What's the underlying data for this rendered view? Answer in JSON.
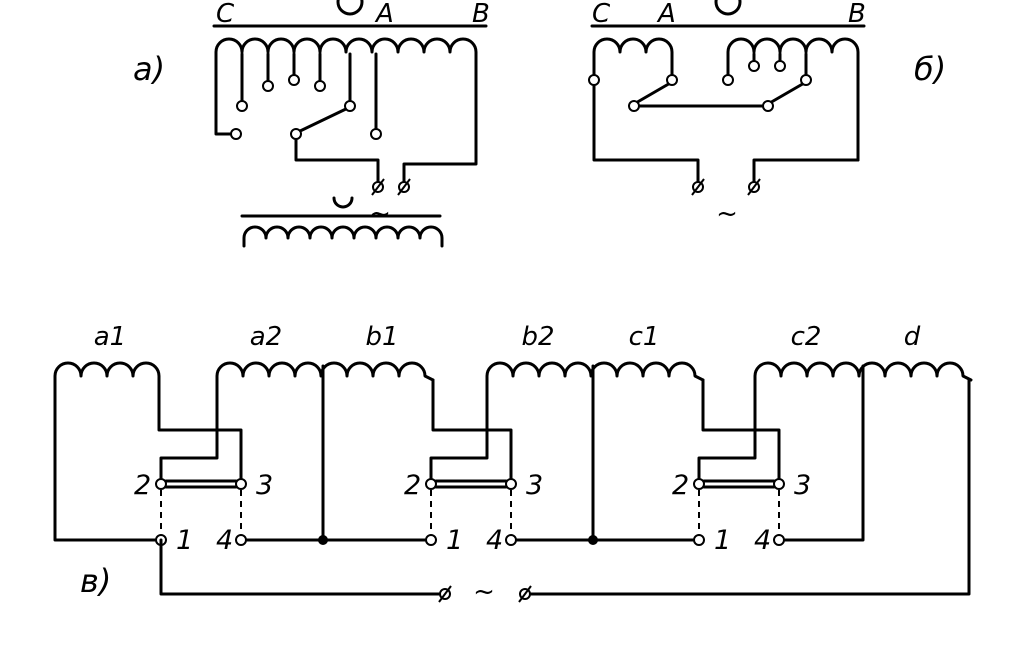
{
  "diagram_a": {
    "label": "а)",
    "tap_labels": {
      "c": "C",
      "a": "A",
      "b": "B"
    },
    "supply_symbol": "~"
  },
  "diagram_b": {
    "label": "б)",
    "tap_labels": {
      "c": "C",
      "a": "A",
      "b": "B"
    },
    "supply_symbol": "~"
  },
  "diagram_c": {
    "label": "в)",
    "windings": [
      "a1",
      "a2",
      "b1",
      "b2",
      "c1",
      "c2",
      "d"
    ],
    "terminals": [
      "1",
      "2",
      "3",
      "4"
    ],
    "supply_symbol": "~"
  }
}
